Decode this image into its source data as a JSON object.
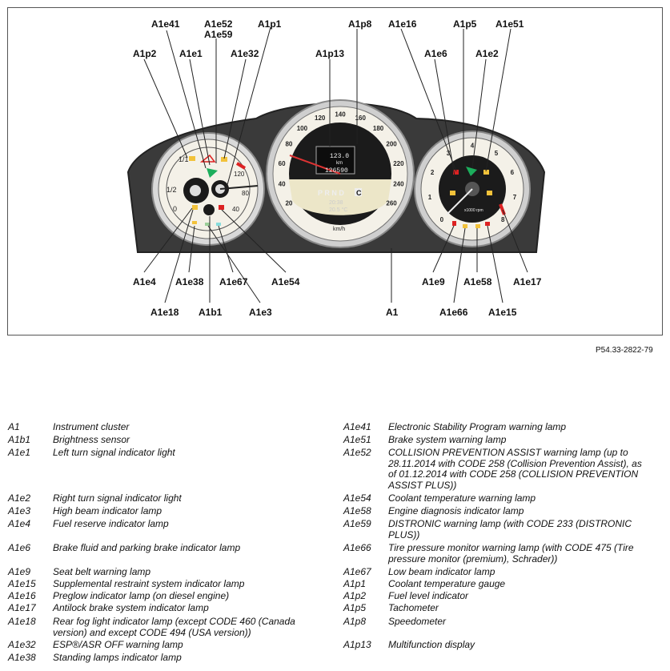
{
  "figure": {
    "reference_code": "P54.33-2822-79",
    "gauge_text": {
      "prnd": "P R N D",
      "mode_badge": "C",
      "display_top": "123.0",
      "display_unit": "km",
      "display_odometer": "126590",
      "display_time": "20:38",
      "display_temp": "20.5 °C",
      "speed_unit": "km/h",
      "rpm_unit": "x1000 rpm",
      "speedo_ticks": [
        "20",
        "40",
        "60",
        "80",
        "100",
        "120",
        "140",
        "160",
        "180",
        "200",
        "220",
        "240",
        "260"
      ],
      "tacho_ticks": [
        "0",
        "1",
        "2",
        "3",
        "4",
        "5",
        "6",
        "7",
        "8"
      ],
      "fuel_ticks": [
        "0",
        "1/2",
        "1/1"
      ],
      "temp_ticks": [
        "40",
        "80",
        "120"
      ]
    },
    "callouts": [
      {
        "id": "A1e41",
        "text": "A1e41"
      },
      {
        "id": "A1e52",
        "text": "A1e52"
      },
      {
        "id": "A1e59",
        "text": "A1e59"
      },
      {
        "id": "A1p1",
        "text": "A1p1"
      },
      {
        "id": "A1p8",
        "text": "A1p8"
      },
      {
        "id": "A1e16",
        "text": "A1e16"
      },
      {
        "id": "A1p5",
        "text": "A1p5"
      },
      {
        "id": "A1e51",
        "text": "A1e51"
      },
      {
        "id": "A1p2",
        "text": "A1p2"
      },
      {
        "id": "A1e1",
        "text": "A1e1"
      },
      {
        "id": "A1e32",
        "text": "A1e32"
      },
      {
        "id": "A1p13",
        "text": "A1p13"
      },
      {
        "id": "A1e6",
        "text": "A1e6"
      },
      {
        "id": "A1e2",
        "text": "A1e2"
      },
      {
        "id": "A1e4",
        "text": "A1e4"
      },
      {
        "id": "A1e38",
        "text": "A1e38"
      },
      {
        "id": "A1e67",
        "text": "A1e67"
      },
      {
        "id": "A1e54",
        "text": "A1e54"
      },
      {
        "id": "A1e18",
        "text": "A1e18"
      },
      {
        "id": "A1b1",
        "text": "A1b1"
      },
      {
        "id": "A1e3",
        "text": "A1e3"
      },
      {
        "id": "A1",
        "text": "A1"
      },
      {
        "id": "A1e9",
        "text": "A1e9"
      },
      {
        "id": "A1e58",
        "text": "A1e58"
      },
      {
        "id": "A1e17",
        "text": "A1e17"
      },
      {
        "id": "A1e66",
        "text": "A1e66"
      },
      {
        "id": "A1e15",
        "text": "A1e15"
      }
    ]
  },
  "legend": {
    "left": [
      {
        "code": "A1",
        "desc": "Instrument cluster"
      },
      {
        "code": "A1b1",
        "desc": "Brightness sensor"
      },
      {
        "code": "A1e1",
        "desc": "Left turn signal indicator light"
      },
      {
        "code": "A1e2",
        "desc": "Right turn signal indicator light"
      },
      {
        "code": "A1e3",
        "desc": "High beam indicator lamp"
      },
      {
        "code": "A1e4",
        "desc": "Fuel reserve indicator lamp"
      },
      {
        "code": "A1e6",
        "desc": "Brake fluid and parking brake indicator lamp"
      },
      {
        "code": "A1e9",
        "desc": "Seat belt warning lamp"
      },
      {
        "code": "A1e15",
        "desc": "Supplemental restraint system indicator lamp"
      },
      {
        "code": "A1e16",
        "desc": "Preglow indicator lamp (on diesel engine)"
      },
      {
        "code": "A1e17",
        "desc": "Antilock brake system indicator lamp"
      },
      {
        "code": "A1e18",
        "desc": "Rear fog light indicator lamp (except CODE 460 (Canada version) and except CODE 494 (USA version))"
      },
      {
        "code": "A1e32",
        "desc": "ESP®/ASR OFF warning lamp"
      },
      {
        "code": "A1e38",
        "desc": "Standing lamps indicator lamp"
      }
    ],
    "right": [
      {
        "code": "A1e41",
        "desc": "Electronic Stability Program warning lamp"
      },
      {
        "code": "A1e51",
        "desc": "Brake system warning lamp"
      },
      {
        "code": "A1e52",
        "desc": "COLLISION PREVENTION ASSIST warning lamp (up to 28.11.2014 with CODE 258 (Collision Prevention Assist), as of 01.12.2014 with CODE 258 (COLLISION PREVENTION ASSIST PLUS))"
      },
      {
        "code": "A1e54",
        "desc": "Coolant temperature warning lamp"
      },
      {
        "code": "A1e58",
        "desc": "Engine diagnosis indicator lamp"
      },
      {
        "code": "A1e59",
        "desc": "DISTRONIC warning lamp (with CODE 233 (DISTRONIC PLUS))"
      },
      {
        "code": "A1e66",
        "desc": "Tire pressure monitor warning lamp (with CODE 475 (Tire pressure monitor (premium), Schrader))"
      },
      {
        "code": "A1e67",
        "desc": "Low beam indicator lamp"
      },
      {
        "code": "A1p1",
        "desc": "Coolant temperature gauge"
      },
      {
        "code": "A1p2",
        "desc": "Fuel level indicator"
      },
      {
        "code": "A1p5",
        "desc": "Tachometer"
      },
      {
        "code": "A1p8",
        "desc": "Speedometer"
      },
      {
        "code": "A1p13",
        "desc": "Multifunction display"
      }
    ]
  }
}
